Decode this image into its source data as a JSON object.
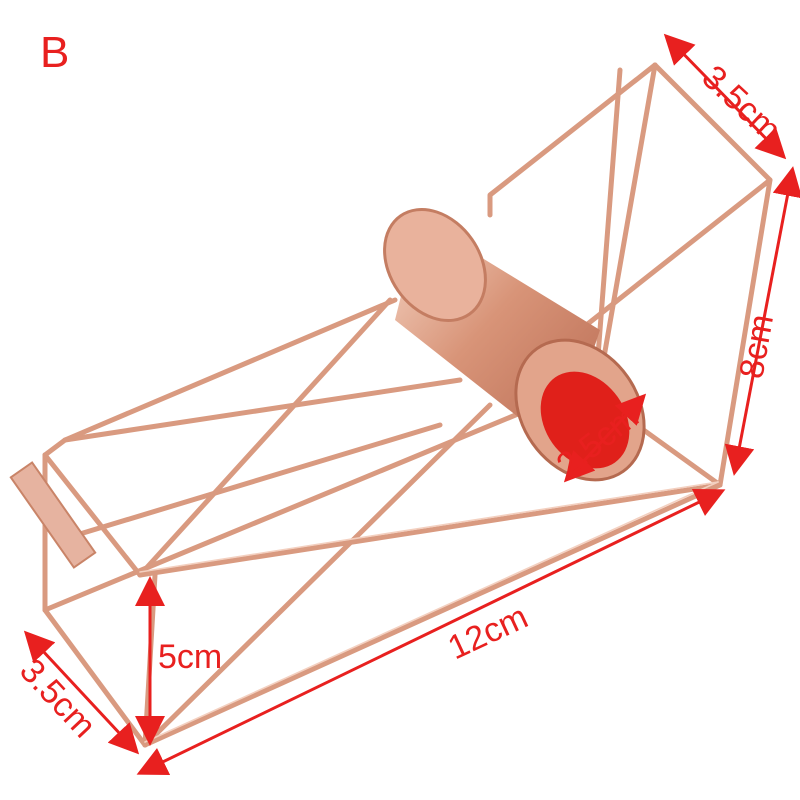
{
  "variant_label": "B",
  "dimensions": {
    "top_depth": "3.5cm",
    "height_back": "8cm",
    "core_diameter": "2.5cm",
    "length": "12cm",
    "height_front": "5cm",
    "bottom_depth": "3.5cm"
  },
  "colors": {
    "label": "#e8201f",
    "metal": "#d99a80",
    "core_hole": "#e0201a"
  }
}
